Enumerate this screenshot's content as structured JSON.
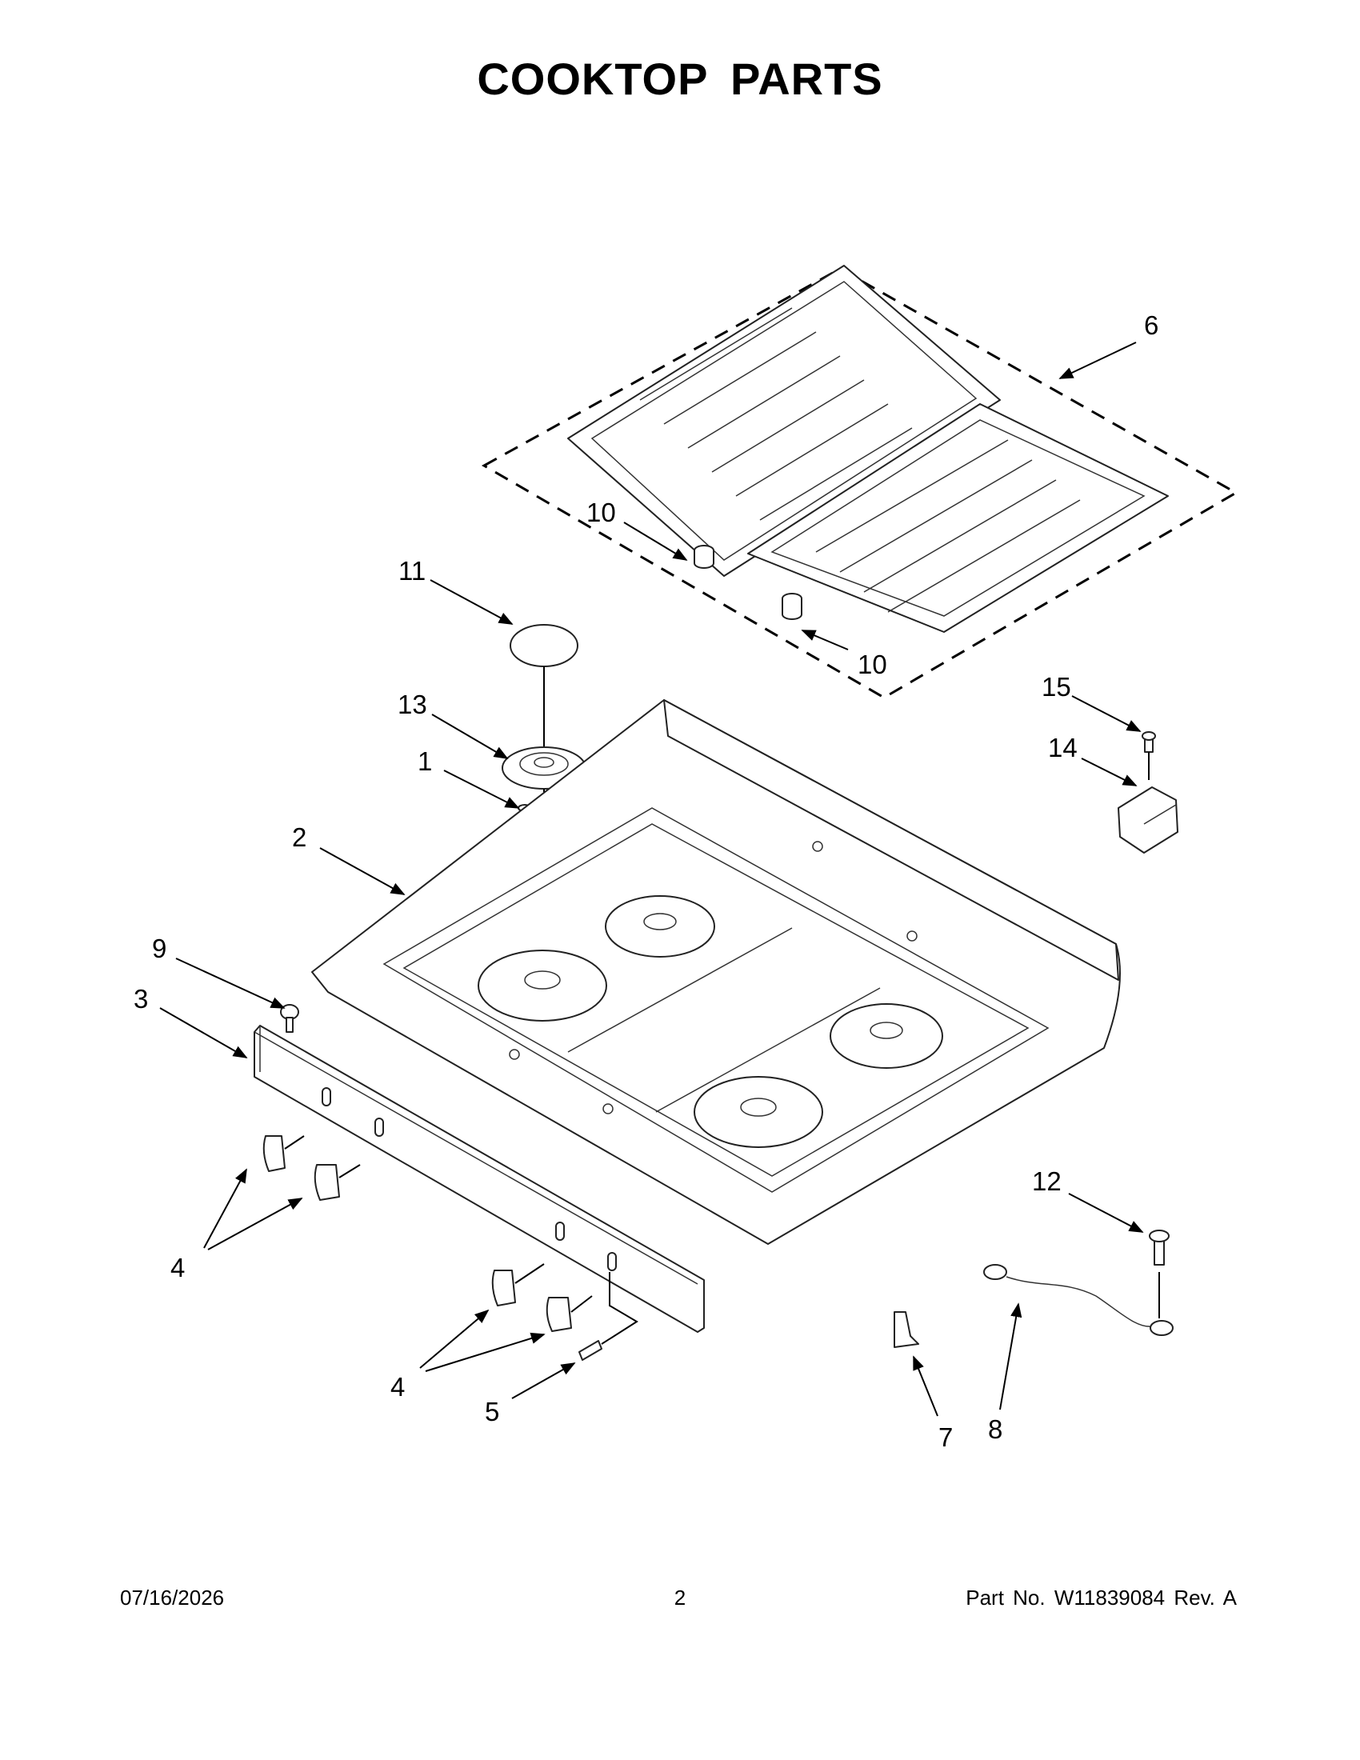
{
  "page": {
    "title": "COOKTOP  PARTS",
    "footer": {
      "date": "07/16/2026",
      "page_number": "2",
      "part_info": "Part No.  W11839084  Rev.  A"
    }
  },
  "callouts": [
    {
      "id": "1",
      "label": "1"
    },
    {
      "id": "2",
      "label": "2"
    },
    {
      "id": "3",
      "label": "3"
    },
    {
      "id": "4a",
      "label": "4"
    },
    {
      "id": "4b",
      "label": "4"
    },
    {
      "id": "5",
      "label": "5"
    },
    {
      "id": "6",
      "label": "6"
    },
    {
      "id": "7",
      "label": "7"
    },
    {
      "id": "8",
      "label": "8"
    },
    {
      "id": "9",
      "label": "9"
    },
    {
      "id": "10a",
      "label": "10"
    },
    {
      "id": "10b",
      "label": "10"
    },
    {
      "id": "11",
      "label": "11"
    },
    {
      "id": "12",
      "label": "12"
    },
    {
      "id": "13",
      "label": "13"
    },
    {
      "id": "14",
      "label": "14"
    },
    {
      "id": "15",
      "label": "15"
    }
  ],
  "colors": {
    "line": "#000000",
    "background": "#ffffff"
  }
}
